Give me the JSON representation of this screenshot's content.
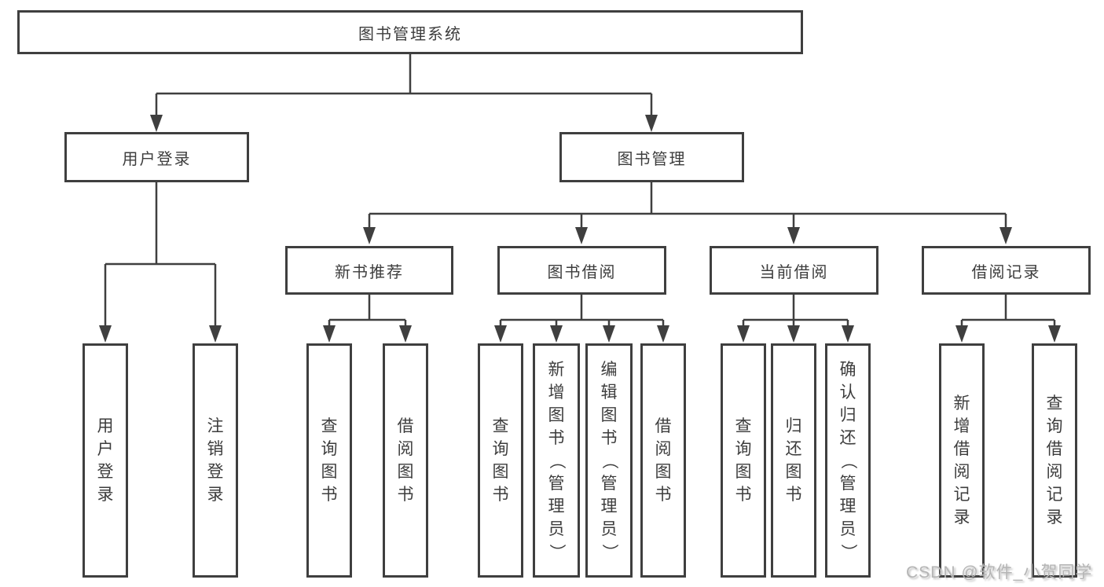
{
  "diagram": {
    "root": {
      "label": "图书管理系统"
    },
    "branches": [
      {
        "label": "用户登录",
        "children": [
          "用户登录",
          "注销登录"
        ]
      },
      {
        "label": "图书管理",
        "children": [
          {
            "label": "新书推荐",
            "children": [
              "查询图书",
              "借阅图书"
            ]
          },
          {
            "label": "图书借阅",
            "children": [
              "查询图书",
              "新增图书（管理员）",
              "编辑图书（管理员）",
              "借阅图书"
            ]
          },
          {
            "label": "当前借阅",
            "children": [
              "查询图书",
              "归还图书",
              "确认归还（管理员）"
            ]
          },
          {
            "label": "借阅记录",
            "children": [
              "新增借阅记录",
              "查询借阅记录"
            ]
          }
        ]
      }
    ],
    "watermark": "CSDN @软件_小贺同学",
    "colors": {
      "line": "#3f3f3f",
      "text": "#3d3d3d",
      "background": "#ffffff",
      "watermark": "#b5b5b5"
    }
  }
}
